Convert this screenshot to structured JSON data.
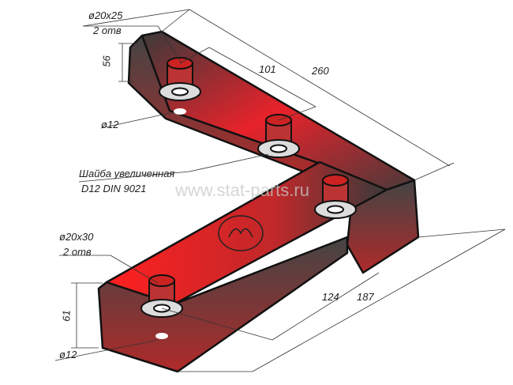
{
  "title_upper": {
    "hole_spec": "ø20x25",
    "hole_count": "2 отв",
    "height": "56",
    "washer_hole": "ø12"
  },
  "title_lower": {
    "hole_spec": "ø20x30",
    "hole_count": "2 отв",
    "height": "61",
    "washer_hole": "ø12"
  },
  "dimensions": {
    "upper_hole_spacing": "101",
    "upper_length": "260",
    "lower_hole_spacing": "124",
    "lower_length": "187"
  },
  "washer": {
    "name": "Шайба увеличенная",
    "standard": "D12 DIN 9021"
  },
  "watermark": "www.stat-parts.ru",
  "colors": {
    "red": "#e8222a",
    "dark": "#3a3a3a"
  }
}
